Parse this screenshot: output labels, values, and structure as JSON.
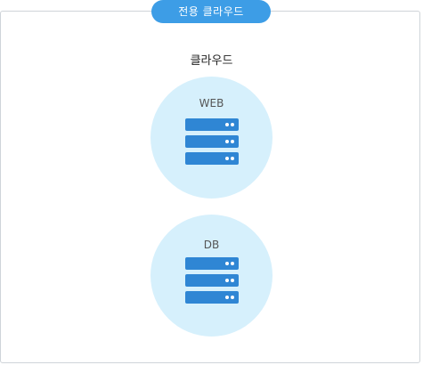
{
  "header": {
    "badge_label": "전용 클라우드"
  },
  "cloud": {
    "title": "클라우드",
    "nodes": [
      {
        "label": "WEB",
        "icon": "server-rack-icon",
        "units": 3
      },
      {
        "label": "DB",
        "icon": "server-rack-icon",
        "units": 3
      }
    ]
  },
  "colors": {
    "badge": "#3d9de6",
    "circle": "#d6f0fc",
    "server": "#2f86d4",
    "border": "#cfd4d9"
  }
}
